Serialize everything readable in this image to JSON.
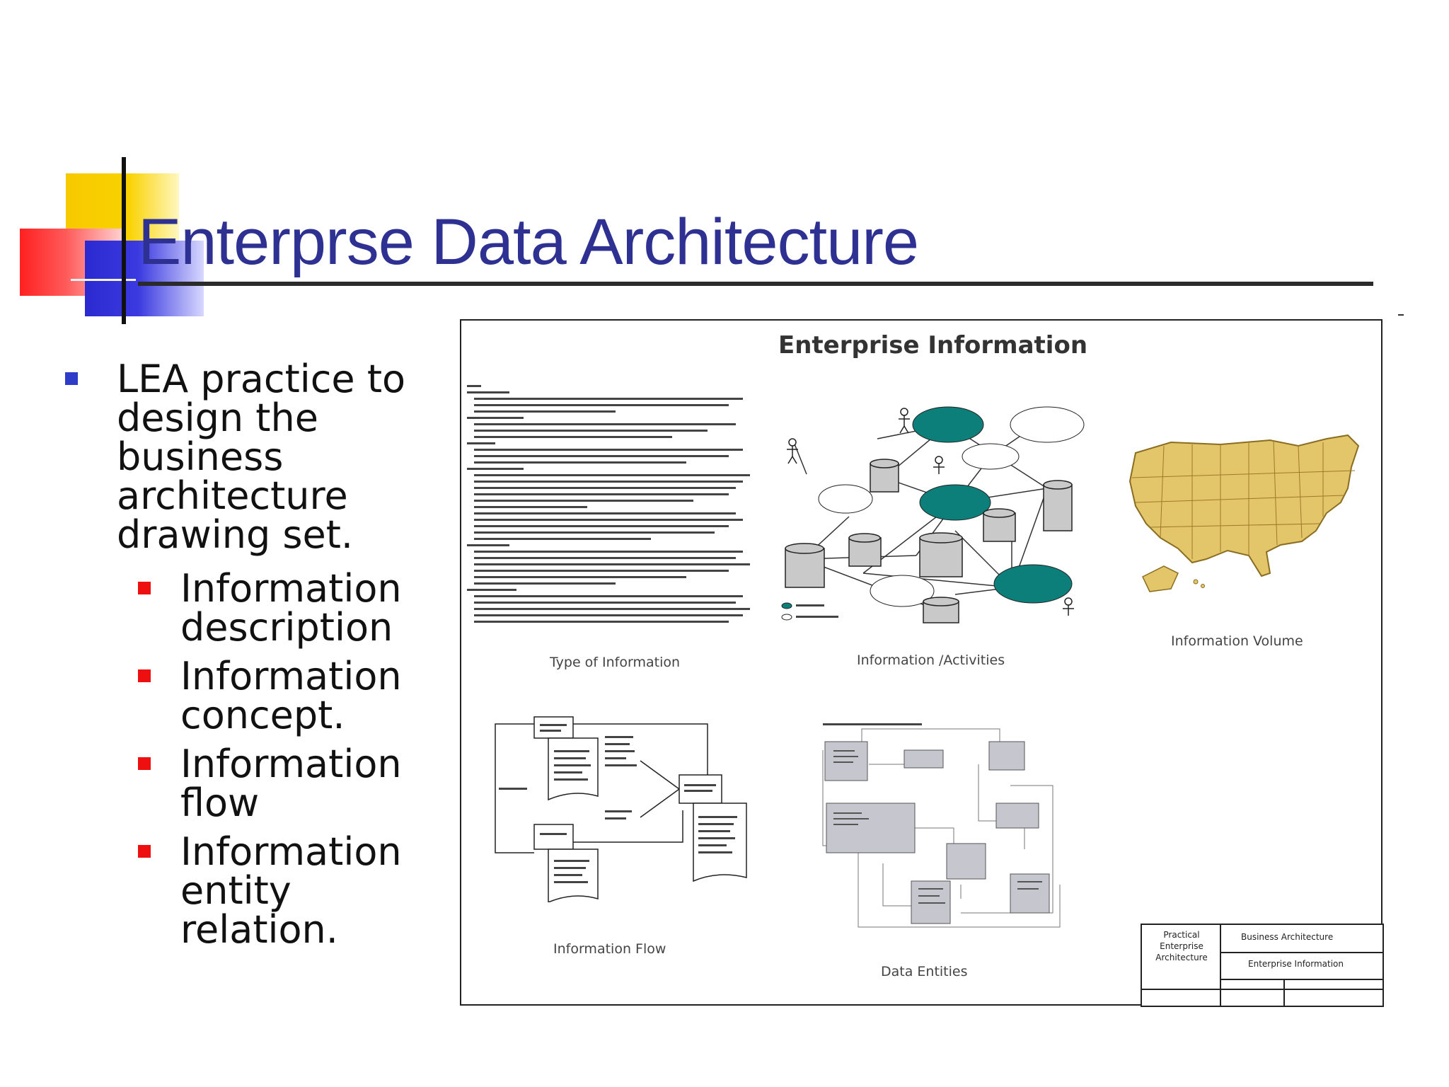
{
  "slide": {
    "title": "Enterprse Data Architecture",
    "bullet_main": "LEA practice to design the business architecture drawing set.",
    "sub_bullets": [
      "Information description",
      "Information concept.",
      "Information flow",
      "Information entity relation."
    ]
  },
  "drawing": {
    "title": "Enterprise Information",
    "captions": {
      "type_of_information": "Type of Information",
      "information_activities": "Information /Activities",
      "information_volume": "Information Volume",
      "information_flow": "Information Flow",
      "data_entities": "Data Entities"
    },
    "title_block": {
      "left": "Practical Enterprise Architecture",
      "right_top": "Business Architecture",
      "right_bottom": "Enterprise Information"
    }
  },
  "colors": {
    "title": "#2e3192",
    "bullet_main": "#2e3cc7",
    "bullet_sub": "#ee1010",
    "teal_nodes": "#0d7f7a",
    "map_fill": "#e3c56a"
  }
}
